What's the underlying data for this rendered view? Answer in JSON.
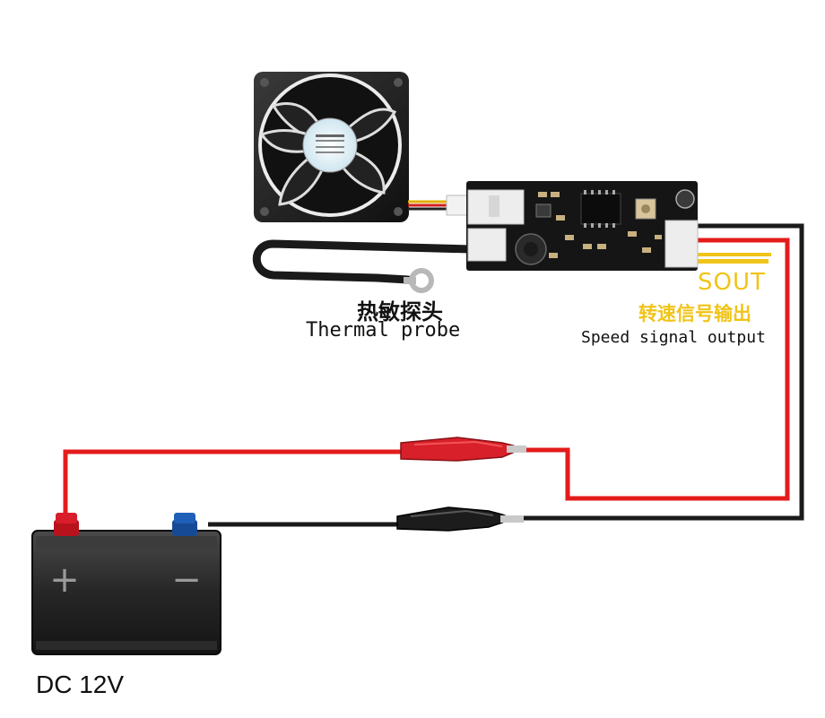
{
  "labels": {
    "probe_cn": "热敏探头",
    "probe_en": "Thermal probe",
    "sout": "SOUT",
    "sout_cn": "转速信号输出",
    "sout_en": "Speed signal output",
    "power": "DC 12V"
  },
  "battery": {
    "plus_symbol": "+",
    "minus_symbol": "−"
  },
  "colors": {
    "wire_positive": "#e31b1b",
    "wire_negative": "#1a1a1a",
    "signal_accent": "#f0c419",
    "pcb": "#151515",
    "terminal_positive": "#d81e2a",
    "terminal_negative": "#1f5fb8"
  }
}
